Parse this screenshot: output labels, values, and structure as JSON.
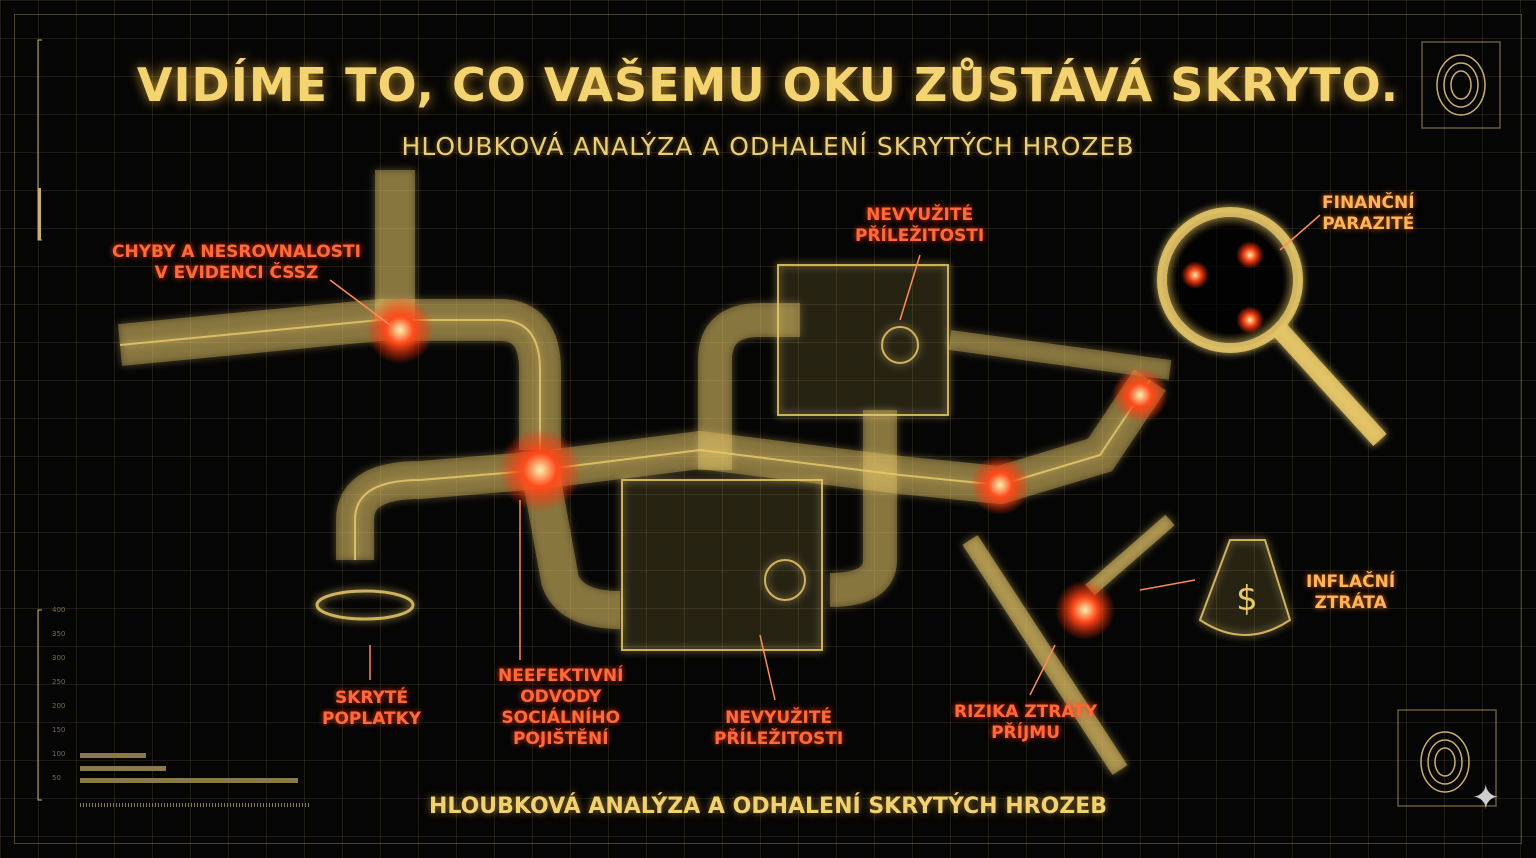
{
  "header": {
    "title": "VIDÍME TO, CO VAŠEMU OKU ZŮSTÁVÁ SKRYTO.",
    "subtitle": "HLOUBKOVÁ ANALÝZA A ODHALENÍ SKRYTÝCH HROZEB"
  },
  "labels": {
    "chyby": [
      "CHYBY A NESROVNALOSTI",
      "V EVIDENCI ČSSZ"
    ],
    "nevyuzite_top": [
      "NEVYUŽITÉ",
      "PŘÍLEŽITOSTI"
    ],
    "financni": [
      "FINANČNÍ",
      "PARAZITÉ"
    ],
    "skryte": [
      "SKRYTÉ",
      "POPLATKY"
    ],
    "neefektivni": [
      "NEEFEKTIVNÍ",
      "ODVODY",
      "SOCIÁLNÍHO",
      "POJIŠTĚNÍ"
    ],
    "nevyuzite_bottom": [
      "NEVYUŽITÉ",
      "PŘÍLEŽITOSTI"
    ],
    "rizika": [
      "RIZIKA ZTRÁTY",
      "PŘÍJMU"
    ],
    "inflacni": [
      "INFLAČNÍ",
      "ZTRÁTA"
    ]
  },
  "hud": {
    "axis_ticks": [
      "50",
      "100",
      "150",
      "200",
      "250",
      "300",
      "350",
      "400"
    ],
    "bar_levels": [
      0.27,
      0.36,
      0.9
    ]
  },
  "footer": {
    "text": "HLOUBKOVÁ ANALÝZA A ODHALENÍ SKRYTÝCH HROZEB"
  },
  "colors": {
    "gold": "#f4d470",
    "alert": "#ff6a3a",
    "background": "#050505"
  }
}
